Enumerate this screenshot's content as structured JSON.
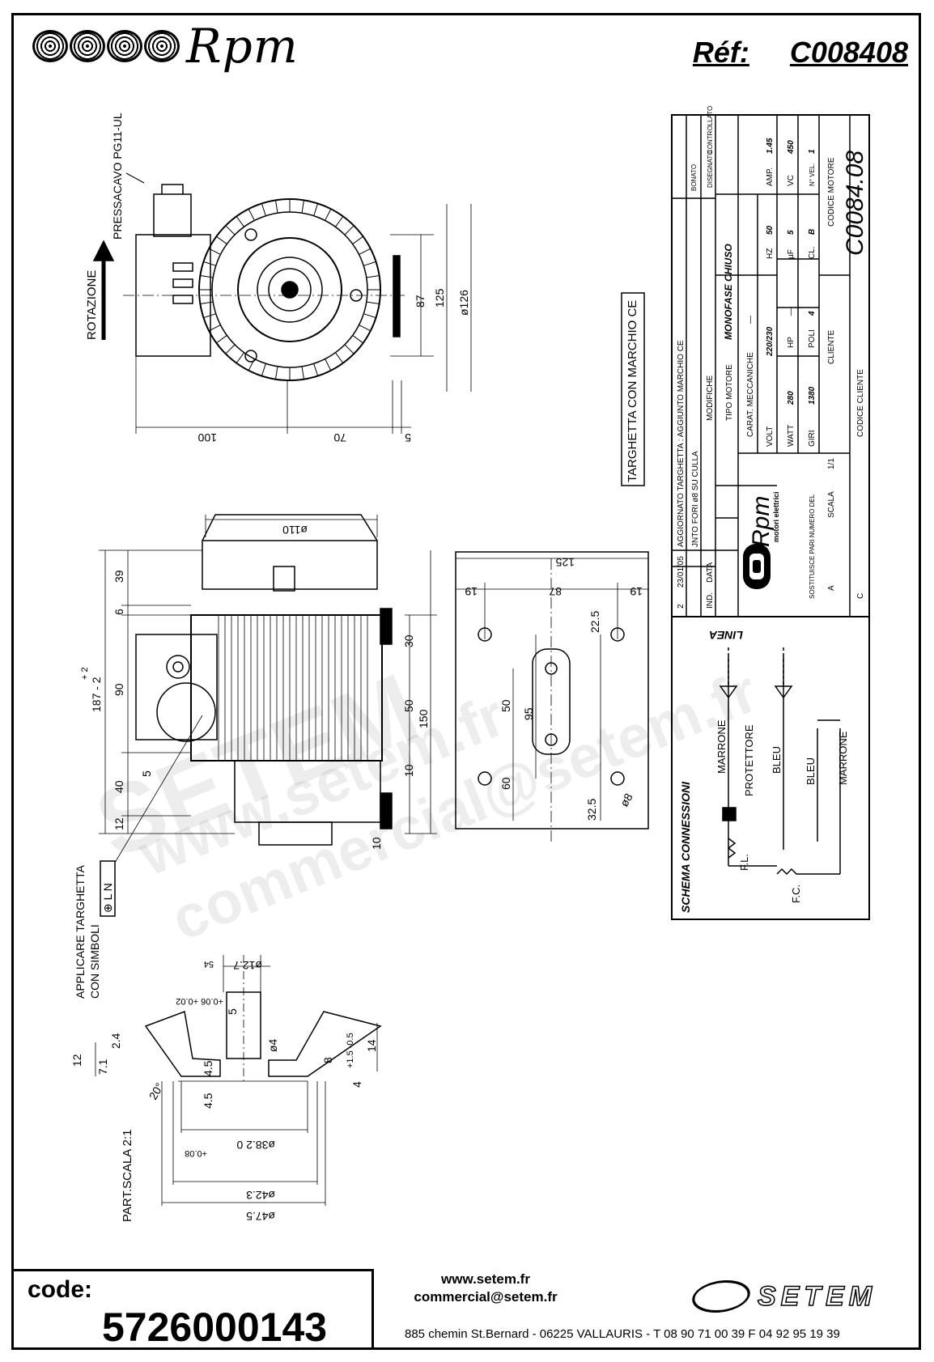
{
  "header": {
    "brand": "Rpm",
    "ref_label": "Réf:",
    "ref_value": "C008408"
  },
  "top_view": {
    "cable_gland": "PRESSACAVO PG11-UL",
    "rotation": "ROTAZIONE",
    "dim_87": "87",
    "dim_125": "125",
    "dim_d126": "ø126",
    "dim_100": "100",
    "dim_70": "70",
    "dim_5": "5"
  },
  "plate_note": "TARGHETTA CON MARCHIO CE",
  "side_view": {
    "dim_d110": "ø110",
    "dim_39": "39",
    "dim_6": "6",
    "dim_90": "90",
    "dim_40": "40",
    "dim_12": "12",
    "dim_187": "187 - 2",
    "dim_187_tol": "+ 2",
    "dim_30": "30",
    "dim_50": "50",
    "dim_10": "10",
    "dim_150": "150",
    "dim_5": "5",
    "dim_10b": "10",
    "symbols_note_1": "APPLICARE TARGHETTA",
    "symbols_note_2": "CON SIMBOLI",
    "symbols": "⊕ L N"
  },
  "base_view": {
    "dim_125": "125",
    "dim_19a": "19",
    "dim_87": "87",
    "dim_19b": "19",
    "dim_22_5": "22.5",
    "dim_50": "50",
    "dim_95": "95",
    "dim_60": "60",
    "dim_32_5": "32.5",
    "dim_d8": "ø8"
  },
  "detail": {
    "dim_d12_7": "ø12.7",
    "dim_h54": "54",
    "dim_tol": "+0.06\n+0.02",
    "dim_4_5": "4.5",
    "dim_5": "5",
    "dim_d4": "ø4",
    "dim_14": "14",
    "dim_8": "8",
    "dim_tol2": "+1.5\n-0.5",
    "dim_4": "4",
    "dim_12": "12",
    "dim_2_4": "2.4",
    "dim_7_1": "7.1",
    "dim_20deg": "20°",
    "dim_4_5b": "4.5",
    "dim_d38": "ø38.2 0",
    "dim_d38_tol": "+0.08",
    "dim_d42": "ø42.3",
    "dim_d47": "ø47.5",
    "scale_note": "PART.SCALA 2:1"
  },
  "title_block": {
    "rev_no": "2",
    "rev_date": "23/01/05",
    "rev_desc": "AGGIORNATO TARGHETTA : AGGIUNTO MARCHIO CE",
    "rev2_desc": "JNTO FORI ø8 SU CULLA",
    "col_ind": "IND.",
    "col_data": "DATA",
    "col_modif": "MODIFICHE",
    "disegnato": "DISEGNATO",
    "controllato": "CONTROLLATO",
    "bonato": "BONATO",
    "tipo_motore_lbl": "TIPO MOTORE",
    "tipo_motore": "MONOFASE CHIUSO",
    "carat_lbl": "CARAT. MECCANICHE",
    "carat_val": "—",
    "volt_lbl": "VOLT",
    "volt": "220/230",
    "hz_lbl": "HZ",
    "hz": "50",
    "amp_lbl": "AMP.",
    "amp": "1.45",
    "watt_lbl": "WATT",
    "watt": "280",
    "hp_lbl": "HP",
    "hp": "—",
    "uf_lbl": "µF",
    "uf": "5",
    "vc_lbl": "VC",
    "vc": "450",
    "giri_lbl": "GIRI",
    "giri": "1380",
    "poli_lbl": "POLI",
    "poli": "4",
    "cl_lbl": "CL.",
    "cl": "B",
    "nvel_lbl": "N° VEL.",
    "nvel": "1",
    "cliente_lbl": "CLIENTE",
    "codice_motore_lbl": "CODICE MOTORE",
    "codice_motore": "C0084.08",
    "codice_cliente_lbl": "CODICE CLIENTE",
    "sostituisce": "SOSTITUISCE PARI NUMERO DEL",
    "scala_lbl": "SCALA",
    "scala": "1/1",
    "a_lbl": "A",
    "c_lbl": "C",
    "brand": "Rpm",
    "brand_sub": "motori elettrici"
  },
  "schema": {
    "title": "SCHEMA CONNESSIONI",
    "linea": "LINEA",
    "marrone1": "MARRONE",
    "protettore": "PROTETTORE",
    "bleu1": "BLEU",
    "bleu2": "BLEU",
    "marrone2": "MARRONE",
    "fl": "F.L.",
    "fc": "F.C."
  },
  "watermarks": {
    "w1": "www.setem.fr",
    "w2": "SETEM",
    "w3": "commercial@setem.fr"
  },
  "footer": {
    "code_label": "code:",
    "code_value": "5726000143",
    "web": "www.setem.fr",
    "email": "commercial@setem.fr",
    "address": "885 chemin St.Bernard  -  06225 VALLAURIS  -  T 08 90 71 00 39   F 04 92 95 19 39",
    "company": "SETEM"
  }
}
